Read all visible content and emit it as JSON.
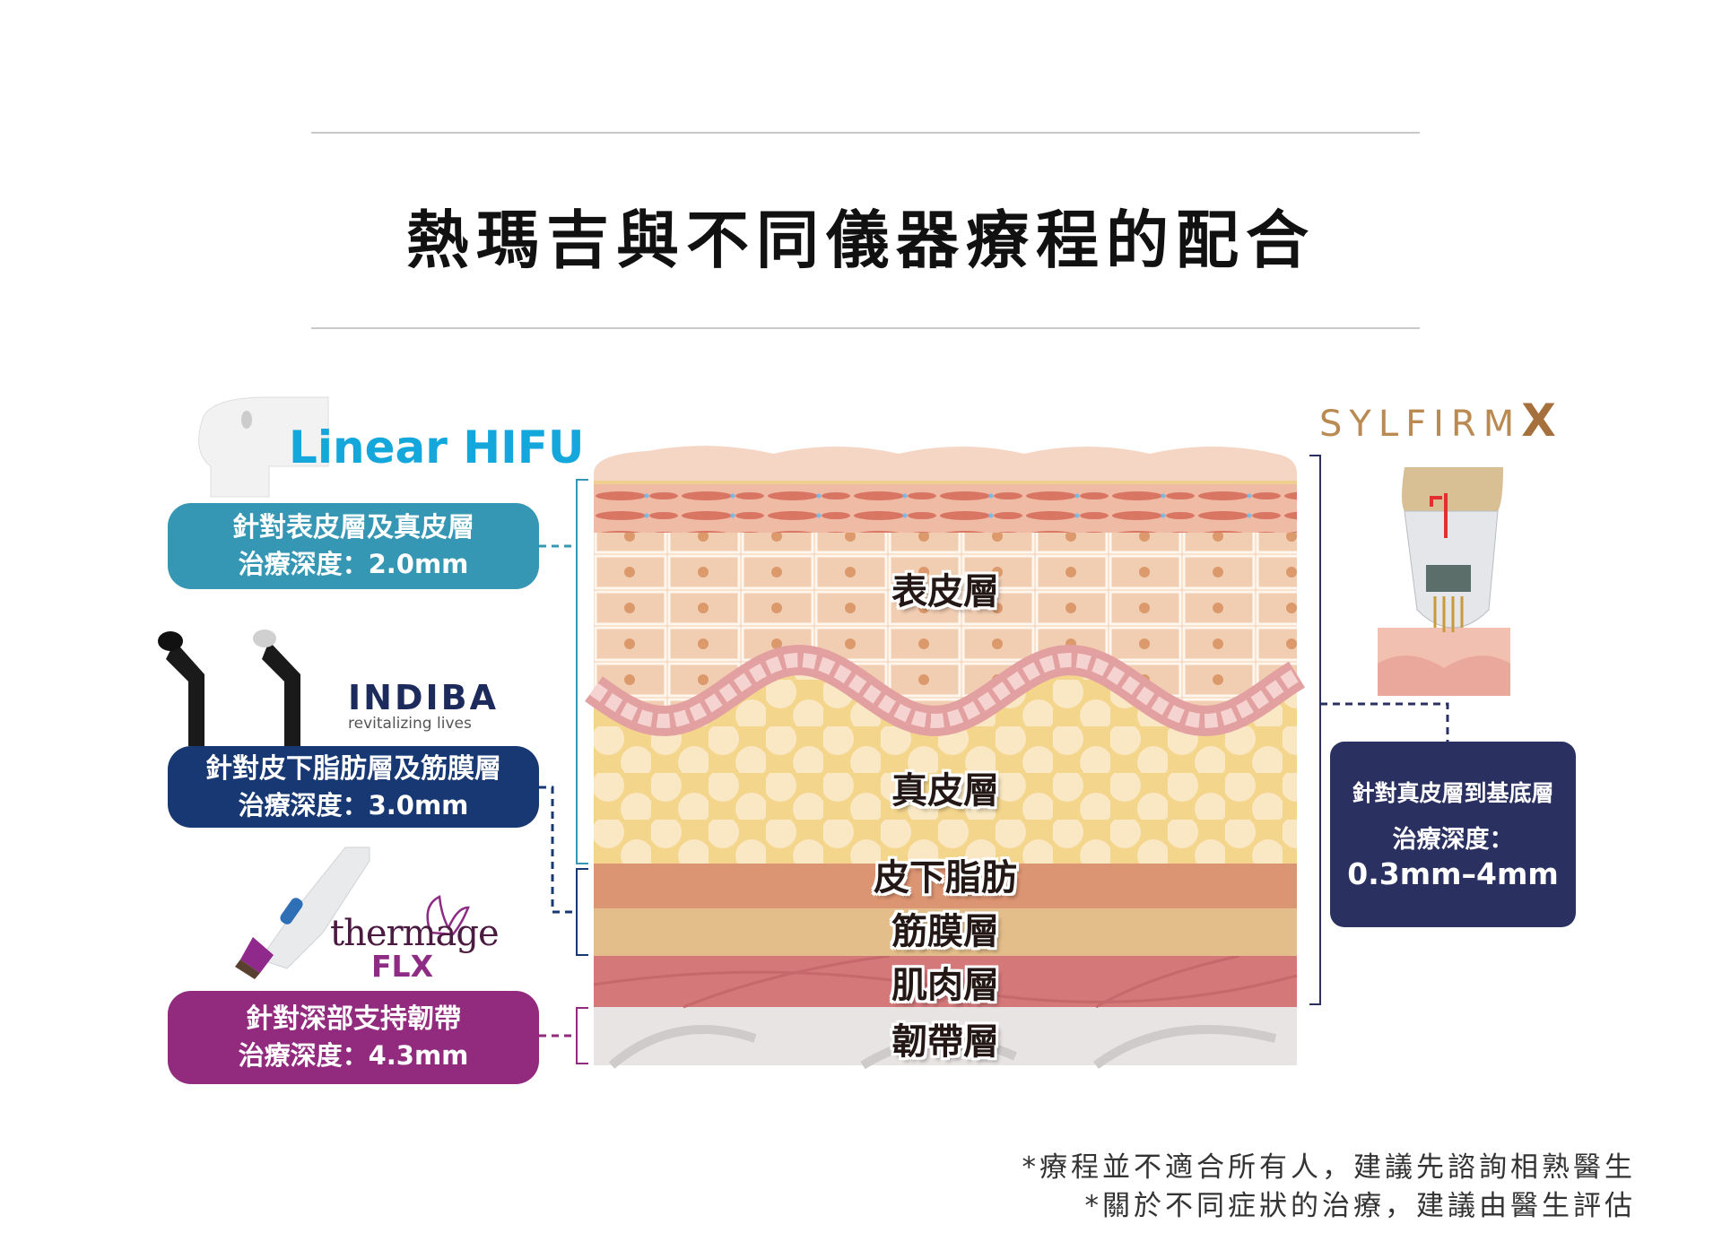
{
  "title": "熱瑪吉與不同儀器療程的配合",
  "devices": {
    "hifu": {
      "brand": "Linear HIFU",
      "target": "針對表皮層及真皮層",
      "depth": "治療深度：2.0mm",
      "color": "#3597b3"
    },
    "indiba": {
      "brand": "INDIBA",
      "tagline": "revitalizing lives",
      "target": "針對皮下脂肪層及筋膜層",
      "depth": "治療深度：3.0mm",
      "color": "#173872"
    },
    "thermage": {
      "brand": "thermage",
      "sub": "FLX",
      "target": "針對深部支持韌帶",
      "depth": "治療深度：4.3mm",
      "color": "#922a7e"
    },
    "sylfirm": {
      "brand": "SYLFIRM",
      "brand_x": "X",
      "target": "針對真皮層到基底層",
      "depth_label": "治療深度：",
      "depth": "0.3mm–4mm",
      "color": "#2a3161"
    }
  },
  "layers": [
    "表皮層",
    "真皮層",
    "皮下脂肪",
    "筋膜層",
    "肌肉層",
    "韌帶層"
  ],
  "footnotes": [
    "*療程並不適合所有人，建議先諮詢相熟醫生",
    "*關於不同症狀的治療，建議由醫生評估"
  ]
}
